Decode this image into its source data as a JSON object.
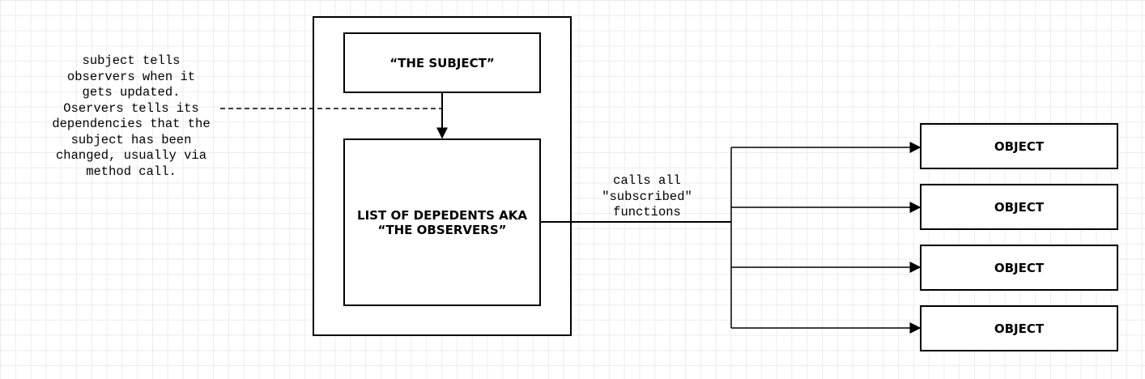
{
  "diagram": {
    "subject": {
      "label": "“THE SUBJECT”"
    },
    "observers": {
      "label": "LIST OF DEPEDENTS AKA\n“THE OBSERVERS”"
    },
    "objects": [
      {
        "label": "OBJECT"
      },
      {
        "label": "OBJECT"
      },
      {
        "label": "OBJECT"
      },
      {
        "label": "OBJECT"
      }
    ],
    "annotation": "subject tells\nobservers when it\ngets updated.\nOservers tells its\ndependencies that the\nsubject has been\nchanged, usually via\nmethod call.",
    "edge_label": "calls all\n\"subscribed\"\nfunctions"
  }
}
